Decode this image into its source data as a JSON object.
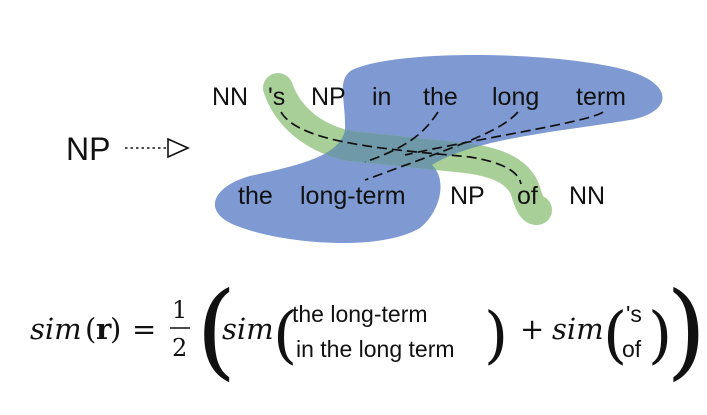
{
  "diagram": {
    "source_label": "NP",
    "top_tokens": [
      "NN",
      "'s",
      "NP",
      "in",
      "the",
      "long",
      "term"
    ],
    "bottom_tokens": [
      "the",
      "long-term",
      "NP",
      "of",
      "NN"
    ],
    "colors": {
      "blue_region": "#7f9ad3",
      "green_region": "#a9cf98",
      "overlap_region": "#6f98a8",
      "dashed_link": "#111111"
    }
  },
  "formula": {
    "lhs_fn": "sim",
    "lhs_arg": "r",
    "equals": "=",
    "half_num": "1",
    "half_den": "2",
    "term1_fn": "sim",
    "term1_top": "the long-term",
    "term1_bottom": "in the long term",
    "plus": "+",
    "term2_fn": "sim",
    "term2_top": "'s",
    "term2_bottom": "of"
  }
}
